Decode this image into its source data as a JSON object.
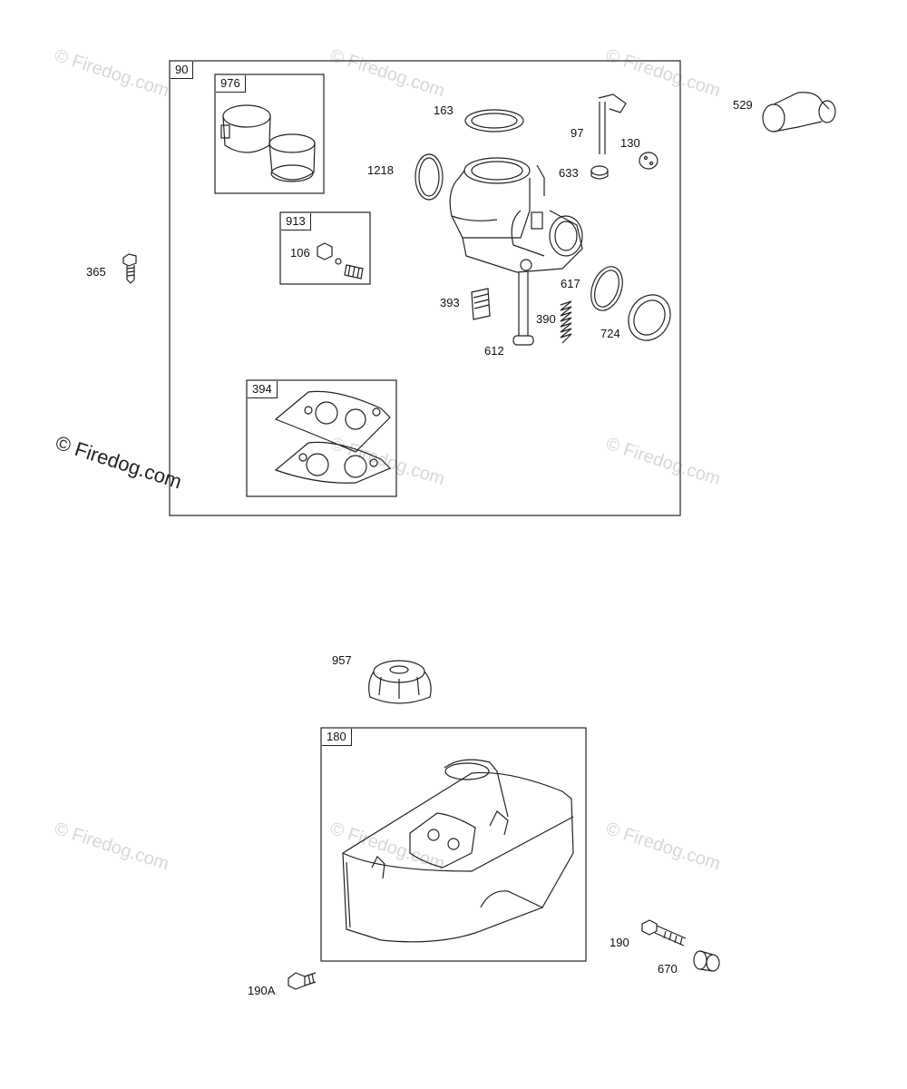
{
  "watermark_text": "© Firedog.com",
  "colors": {
    "line": "#222222",
    "watermark": "#d8d8d8",
    "background": "#ffffff"
  },
  "assemblies": {
    "carburetor": {
      "box_label": "90",
      "sub_kits": {
        "filter": "976",
        "float_kit": "913",
        "gasket_set": "394"
      }
    },
    "fuel_tank": {
      "box_label": "180"
    }
  },
  "callouts": {
    "p163": "163",
    "p97": "97",
    "p130": "130",
    "p633": "633",
    "p1218": "1218",
    "p529": "529",
    "p365": "365",
    "p106": "106",
    "p393": "393",
    "p390": "390",
    "p617": "617",
    "p724": "724",
    "p612": "612",
    "p957": "957",
    "p190": "190",
    "p670": "670",
    "p190a": "190A"
  }
}
